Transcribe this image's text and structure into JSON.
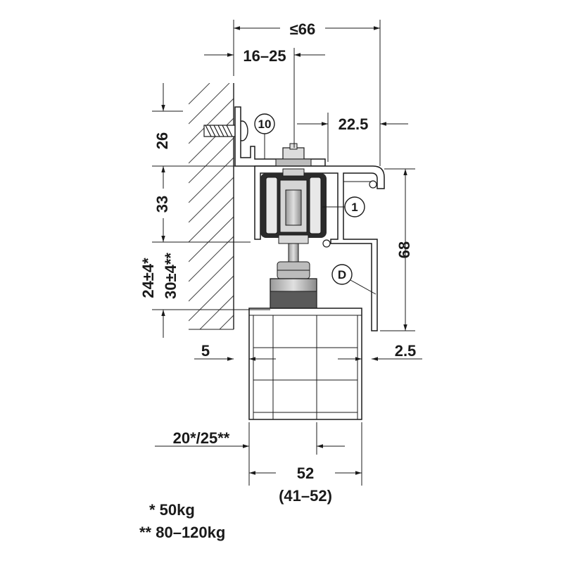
{
  "dimensions": {
    "overall_depth": "≤66",
    "wall_gap": "16–25",
    "profile_offset": "22.5",
    "height_top": "26",
    "height_mid": "33",
    "height_low_a": "24±4*",
    "height_low_b": "30±4**",
    "track_height": "68",
    "left_clearance": "5",
    "right_clearance": "2.5",
    "insert_depth": "20*/25**",
    "door_thickness": "52",
    "door_thickness_range": "(41–52)"
  },
  "callouts": {
    "part_10": "10",
    "part_1": "1",
    "part_d": "D"
  },
  "legend": {
    "note_one": "* 50kg",
    "note_two": "** 80–120kg"
  }
}
